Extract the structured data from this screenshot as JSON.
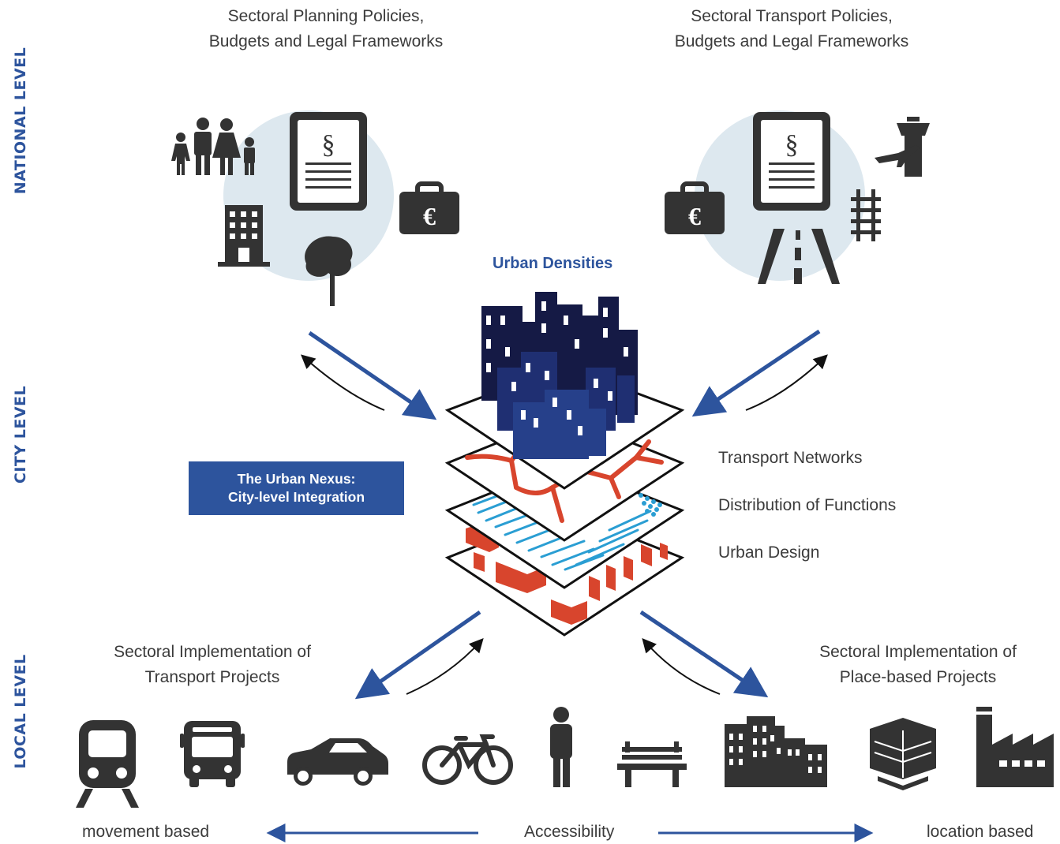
{
  "levels": {
    "national": "NATIONAL LEVEL",
    "city": "CITY LEVEL",
    "local": "LOCAL LEVEL"
  },
  "national": {
    "planning_caption": [
      "Sectoral Planning Policies,",
      "Budgets and Legal Frameworks"
    ],
    "transport_caption": [
      "Sectoral Transport Policies,",
      "Budgets and Legal Frameworks"
    ],
    "section_symbol": "§",
    "euro_symbol": "€"
  },
  "city": {
    "urban_densities": "Urban Densities",
    "nexus_box": [
      "The Urban Nexus:",
      "City-level Integration"
    ],
    "layers": [
      "Transport Networks",
      "Distribution of Functions",
      "Urban Design"
    ]
  },
  "local": {
    "transport_caption": [
      "Sectoral Implementation of",
      "Transport Projects"
    ],
    "place_caption": [
      "Sectoral Implementation of",
      "Place-based Projects"
    ]
  },
  "bottom": {
    "left": "movement based",
    "center": "Accessibility",
    "right": "location based"
  },
  "colors": {
    "accent_blue": "#2d549d",
    "circle_fill": "#dde8ef",
    "icon_dark": "#333333",
    "building_navy": "#151a45",
    "red": "#d8452d",
    "cyan": "#2a9ed3"
  }
}
